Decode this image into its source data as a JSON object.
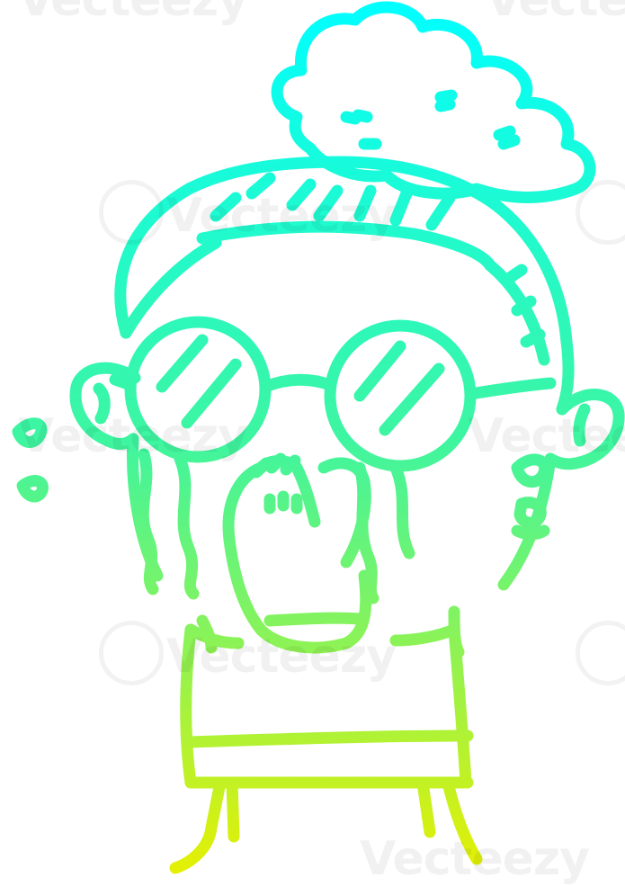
{
  "illustration": {
    "subject": "crying-woman-with-sunglasses",
    "style": "line-art",
    "stroke_gradient": {
      "top_color": "#00ffff",
      "middle_color": "#3ef5a0",
      "bottom_color": "#e8f000"
    },
    "background": "#ffffff"
  },
  "watermark": {
    "text": "Vecteezy",
    "repeat_rows": 5
  }
}
